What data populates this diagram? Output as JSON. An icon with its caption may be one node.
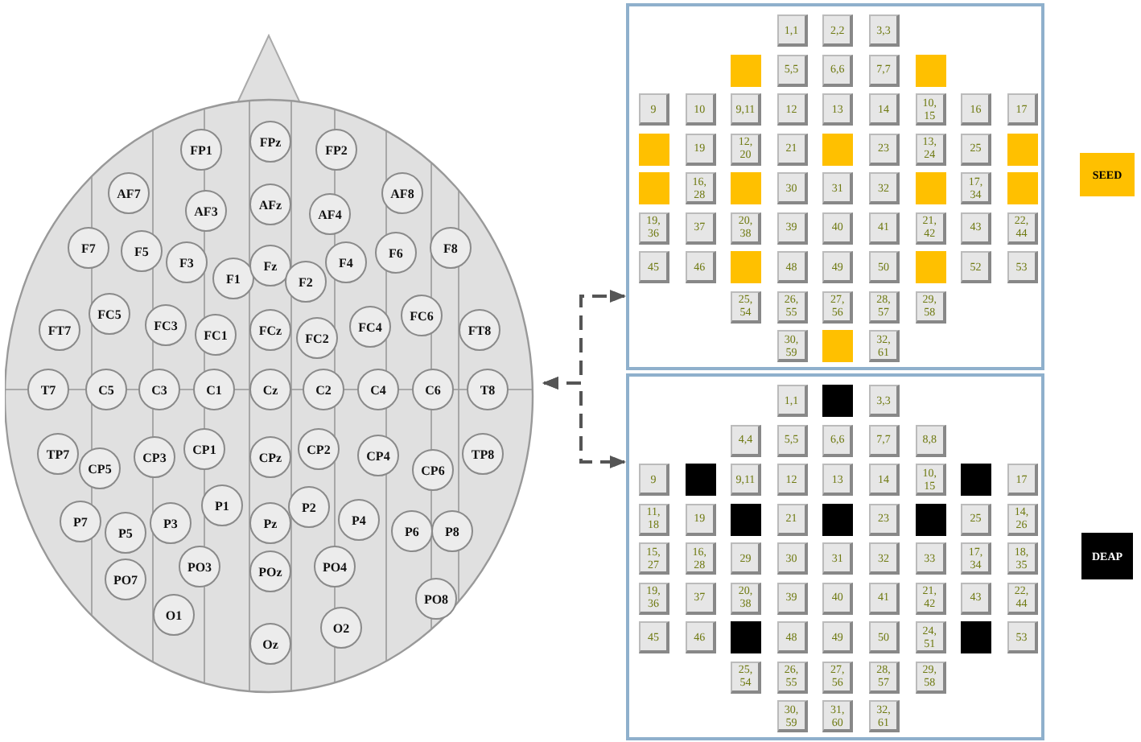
{
  "diagram": {
    "nodes": [
      {
        "text": [],
        "shape": "circle"
      },
      {
        "text": [
          "FP1"
        ],
        "in": 0
      },
      {
        "text": [
          "FPz"
        ],
        "in": 0
      },
      {
        "text": [
          "FP2"
        ],
        "in": 0
      },
      {
        "text": [
          "AF7"
        ],
        "in": 0
      },
      {
        "text": [
          "AF3"
        ],
        "in": 0
      },
      {
        "text": [
          "AFz"
        ],
        "in": 0
      },
      {
        "text": [
          "AF4"
        ],
        "in": 0
      },
      {
        "text": [
          "AF8"
        ],
        "in": 0
      },
      {
        "text": [
          "F7"
        ],
        "in": 0
      },
      {
        "text": [
          "F5"
        ],
        "in": 0
      },
      {
        "text": [
          "F3"
        ],
        "in": 0
      },
      {
        "text": [
          "F1"
        ],
        "in": 0
      },
      {
        "text": [
          "Fz"
        ],
        "in": 0
      },
      {
        "text": [
          "F2"
        ],
        "in": 0
      },
      {
        "text": [
          "F4"
        ],
        "in": 0
      },
      {
        "text": [
          "F6"
        ],
        "in": 0
      },
      {
        "text": [
          "F8"
        ],
        "in": 0
      },
      {
        "text": [
          "FT7"
        ],
        "in": 0
      },
      {
        "text": [
          "FC5"
        ],
        "in": 0
      },
      {
        "text": [
          "FC3"
        ],
        "in": 0
      },
      {
        "text": [
          "FC1"
        ],
        "in": 0
      },
      {
        "text": [
          "FCz"
        ],
        "in": 0
      },
      {
        "text": [
          "FC2"
        ],
        "in": 0
      },
      {
        "text": [
          "FC4"
        ],
        "in": 0
      },
      {
        "text": [
          "FC6"
        ],
        "in": 0
      },
      {
        "text": [
          "FT8"
        ],
        "in": 0
      },
      {
        "text": [
          "T7"
        ],
        "in": 0
      },
      {
        "text": [
          "C5"
        ],
        "in": 0
      },
      {
        "text": [
          "C3"
        ],
        "in": 0
      },
      {
        "text": [
          "C1"
        ],
        "in": 0
      },
      {
        "text": [
          "Cz"
        ],
        "in": 0
      },
      {
        "text": [
          "C2"
        ],
        "in": 0
      },
      {
        "text": [
          "C4"
        ],
        "in": 0
      },
      {
        "text": [
          "C6"
        ],
        "in": 0
      },
      {
        "text": [
          "T8"
        ],
        "in": 0
      },
      {
        "text": [
          "TP7"
        ],
        "in": 0
      },
      {
        "text": [
          "CP5"
        ],
        "in": 0
      },
      {
        "text": [
          "CP3"
        ],
        "in": 0
      },
      {
        "text": [
          "CP1"
        ],
        "in": 0
      },
      {
        "text": [
          "CPz"
        ],
        "in": 0
      },
      {
        "text": [
          "CP2"
        ],
        "in": 0
      },
      {
        "text": [
          "CP4"
        ],
        "in": 0
      },
      {
        "text": [
          "CP6"
        ],
        "in": 0
      },
      {
        "text": [
          "TP8"
        ],
        "in": 0
      },
      {
        "text": [
          "P7"
        ],
        "in": 0
      },
      {
        "text": [
          "P5"
        ],
        "in": 0
      },
      {
        "text": [
          "P3"
        ],
        "in": 0
      },
      {
        "text": [
          "P1"
        ],
        "in": 0
      },
      {
        "text": [
          "Pz"
        ],
        "in": 0
      },
      {
        "text": [
          "P2"
        ],
        "in": 0
      },
      {
        "text": [
          "P4"
        ],
        "in": 0
      },
      {
        "text": [
          "P6"
        ],
        "in": 0
      },
      {
        "text": [
          "P8"
        ],
        "in": 0
      },
      {
        "text": [
          "PO7"
        ],
        "in": 0
      },
      {
        "text": [
          "PO3"
        ],
        "in": 0
      },
      {
        "text": [
          "POz"
        ],
        "in": 0
      },
      {
        "text": [
          "PO4"
        ],
        "in": 0
      },
      {
        "text": [
          "PO8"
        ],
        "in": 0
      },
      {
        "text": [
          "O1"
        ],
        "in": 0
      },
      {
        "text": [
          "Oz"
        ],
        "in": 0
      },
      {
        "text": [
          "O2"
        ],
        "in": 0
      },
      {
        "text": [],
        "shape": "box"
      },
      {
        "text": [
          "1,1"
        ],
        "in": 62
      },
      {
        "text": [
          "2,2"
        ],
        "in": 62
      },
      {
        "text": [
          "3,3"
        ],
        "in": 62
      },
      {
        "text": [],
        "shape": "box",
        "in": 62
      },
      {
        "text": [
          "5,5"
        ],
        "in": 62
      },
      {
        "text": [
          "6,6"
        ],
        "in": 62
      },
      {
        "text": [
          "7,7"
        ],
        "in": 62
      },
      {
        "text": [],
        "shape": "box",
        "in": 62
      },
      {
        "text": [
          "9"
        ],
        "in": 62
      },
      {
        "text": [
          "10"
        ],
        "in": 62
      },
      {
        "text": [
          "9,11"
        ],
        "in": 62
      },
      {
        "text": [
          "12"
        ],
        "in": 62
      },
      {
        "text": [
          "13"
        ],
        "in": 62
      },
      {
        "text": [
          "14"
        ],
        "in": 62
      },
      {
        "text": [
          "10, 15"
        ],
        "in": 62
      },
      {
        "text": [
          "16"
        ],
        "in": 62
      },
      {
        "text": [
          "17"
        ],
        "in": 62
      },
      {
        "text": [],
        "shape": "box",
        "in": 62
      },
      {
        "text": [
          "19"
        ],
        "in": 62
      },
      {
        "text": [
          "12, 20"
        ],
        "in": 62
      },
      {
        "text": [
          "21"
        ],
        "in": 62
      },
      {
        "text": [],
        "shape": "box",
        "in": 62
      },
      {
        "text": [
          "23"
        ],
        "in": 62
      },
      {
        "text": [
          "13, 24"
        ],
        "in": 62
      },
      {
        "text": [
          "25"
        ],
        "in": 62
      },
      {
        "text": [],
        "shape": "box",
        "in": 62
      },
      {
        "text": [],
        "shape": "box",
        "in": 62
      },
      {
        "text": [
          "16, 28"
        ],
        "in": 62
      },
      {
        "text": [],
        "shape": "box",
        "in": 62
      },
      {
        "text": [
          "30"
        ],
        "in": 62
      },
      {
        "text": [
          "31"
        ],
        "in": 62
      },
      {
        "text": [
          "32"
        ],
        "in": 62
      },
      {
        "text": [],
        "shape": "box",
        "in": 62
      },
      {
        "text": [
          "17, 34"
        ],
        "in": 62
      },
      {
        "text": [],
        "shape": "box",
        "in": 62
      },
      {
        "text": [
          "19, 36"
        ],
        "in": 62
      },
      {
        "text": [
          "37"
        ],
        "in": 62
      },
      {
        "text": [
          "20, 38"
        ],
        "in": 62
      },
      {
        "text": [
          "39"
        ],
        "in": 62
      },
      {
        "text": [
          "40"
        ],
        "in": 62
      },
      {
        "text": [
          "41"
        ],
        "in": 62
      },
      {
        "text": [
          "21, 42"
        ],
        "in": 62
      },
      {
        "text": [
          "43"
        ],
        "in": 62
      },
      {
        "text": [
          "22, 44"
        ],
        "in": 62
      },
      {
        "text": [
          "45"
        ],
        "in": 62
      },
      {
        "text": [
          "46"
        ],
        "in": 62
      },
      {
        "text": [],
        "shape": "box",
        "in": 62
      },
      {
        "text": [
          "48"
        ],
        "in": 62
      },
      {
        "text": [
          "49"
        ],
        "in": 62
      },
      {
        "text": [
          "50"
        ],
        "in": 62
      },
      {
        "text": [],
        "shape": "box",
        "in": 62
      },
      {
        "text": [
          "52"
        ],
        "in": 62
      },
      {
        "text": [
          "53"
        ],
        "in": 62
      },
      {
        "text": [
          "25, 54"
        ],
        "in": 62
      },
      {
        "text": [
          "26, 55"
        ],
        "in": 62
      },
      {
        "text": [
          "27, 56"
        ],
        "in": 62
      },
      {
        "text": [
          "28, 57"
        ],
        "in": 62
      },
      {
        "text": [
          "29, 58"
        ],
        "in": 62
      },
      {
        "text": [
          "30, 59"
        ],
        "in": 62
      },
      {
        "text": [],
        "shape": "box",
        "in": 62
      },
      {
        "text": [
          "32, 61"
        ],
        "in": 62
      },
      {
        "text": [],
        "shape": "box"
      },
      {
        "text": [
          "1,1"
        ],
        "in": 124
      },
      {
        "text": [],
        "shape": "box",
        "in": 124
      },
      {
        "text": [
          "3,3"
        ],
        "in": 124
      },
      {
        "text": [
          "4,4"
        ],
        "in": 124
      },
      {
        "text": [
          "5,5"
        ],
        "in": 124
      },
      {
        "text": [
          "6,6"
        ],
        "in": 124
      },
      {
        "text": [
          "7,7"
        ],
        "in": 124
      },
      {
        "text": [
          "8,8"
        ],
        "in": 124
      },
      {
        "text": [
          "9"
        ],
        "in": 124
      },
      {
        "text": [],
        "shape": "box",
        "in": 124
      },
      {
        "text": [
          "9,11"
        ],
        "in": 124
      },
      {
        "text": [
          "12"
        ],
        "in": 124
      },
      {
        "text": [
          "13"
        ],
        "in": 124
      },
      {
        "text": [
          "14"
        ],
        "in": 124
      },
      {
        "text": [
          "10, 15"
        ],
        "in": 124
      },
      {
        "text": [],
        "shape": "box",
        "in": 124
      },
      {
        "text": [
          "17"
        ],
        "in": 124
      },
      {
        "text": [
          "11, 18"
        ],
        "in": 124
      },
      {
        "text": [
          "19"
        ],
        "in": 124
      },
      {
        "text": [],
        "shape": "box",
        "in": 124
      },
      {
        "text": [
          "21"
        ],
        "in": 124
      },
      {
        "text": [],
        "shape": "box",
        "in": 124
      },
      {
        "text": [
          "23"
        ],
        "in": 124
      },
      {
        "text": [],
        "shape": "box",
        "in": 124
      },
      {
        "text": [
          "25"
        ],
        "in": 124
      },
      {
        "text": [
          "14, 26"
        ],
        "in": 124
      },
      {
        "text": [
          "15, 27"
        ],
        "in": 124
      },
      {
        "text": [
          "16, 28"
        ],
        "in": 124
      },
      {
        "text": [
          "29"
        ],
        "in": 124
      },
      {
        "text": [
          "30"
        ],
        "in": 124
      },
      {
        "text": [
          "31"
        ],
        "in": 124
      },
      {
        "text": [
          "32"
        ],
        "in": 124
      },
      {
        "text": [
          "33"
        ],
        "in": 124
      },
      {
        "text": [
          "17, 34"
        ],
        "in": 124
      },
      {
        "text": [
          "18, 35"
        ],
        "in": 124
      },
      {
        "text": [
          "19, 36"
        ],
        "in": 124
      },
      {
        "text": [
          "37"
        ],
        "in": 124
      },
      {
        "text": [
          "20, 38"
        ],
        "in": 124
      },
      {
        "text": [
          "39"
        ],
        "in": 124
      },
      {
        "text": [
          "40"
        ],
        "in": 124
      },
      {
        "text": [
          "41"
        ],
        "in": 124
      },
      {
        "text": [
          "21, 42"
        ],
        "in": 124
      },
      {
        "text": [
          "43"
        ],
        "in": 124
      },
      {
        "text": [
          "22, 44"
        ],
        "in": 124
      },
      {
        "text": [
          "45"
        ],
        "in": 124
      },
      {
        "text": [
          "46"
        ],
        "in": 124
      },
      {
        "text": [],
        "shape": "box",
        "in": 124
      },
      {
        "text": [
          "48"
        ],
        "in": 124
      },
      {
        "text": [
          "49"
        ],
        "in": 124
      },
      {
        "text": [
          "50"
        ],
        "in": 124
      },
      {
        "text": [
          "24, 51"
        ],
        "in": 124
      },
      {
        "text": [],
        "shape": "box",
        "in": 124
      },
      {
        "text": [
          "53"
        ],
        "in": 124
      },
      {
        "text": [
          "25, 54"
        ],
        "in": 124
      },
      {
        "text": [
          "26, 55"
        ],
        "in": 124
      },
      {
        "text": [
          "27, 56"
        ],
        "in": 124
      },
      {
        "text": [
          "28, 57"
        ],
        "in": 124
      },
      {
        "text": [
          "29, 58"
        ],
        "in": 124
      },
      {
        "text": [
          "30, 59"
        ],
        "in": 124
      },
      {
        "text": [
          "31, 60"
        ],
        "in": 124
      },
      {
        "text": [
          "32, 61"
        ],
        "in": 124
      }
    ],
    "edges": [
      {
        "from": 0,
        "to": 62,
        "arrow": "both",
        "style": "dashed"
      },
      {
        "from": 0,
        "to": 124,
        "arrow": "both",
        "style": "dashed"
      }
    ],
    "legend": [
      {
        "text": "SEED",
        "color": "#ffc000"
      },
      {
        "text": "DEAP",
        "color": "#000000"
      }
    ]
  }
}
